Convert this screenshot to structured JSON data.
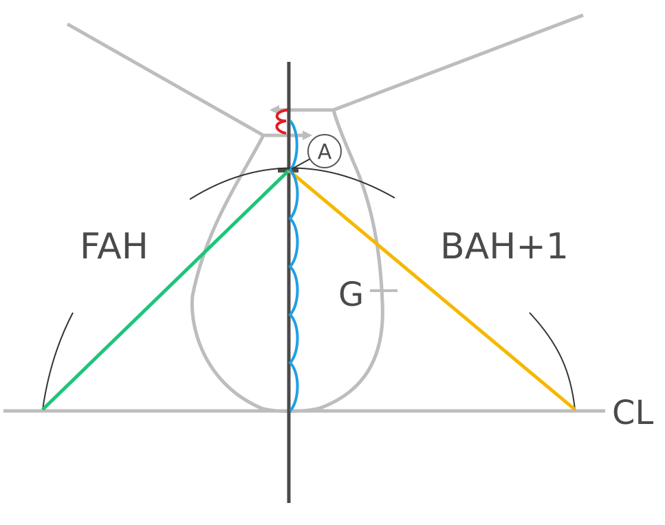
{
  "labels": {
    "left_angle": "FAH",
    "right_angle": "BAH+1",
    "center_mark": "G",
    "baseline": "CL",
    "point_marker": "A"
  },
  "colors": {
    "structure": "#bdbdbd",
    "axis": "#4a4a4a",
    "arc": "#333333",
    "left_line": "#1ec47a",
    "right_line": "#f5b800",
    "wavy_line": "#1ea0e6",
    "spring": "#e31b23"
  }
}
